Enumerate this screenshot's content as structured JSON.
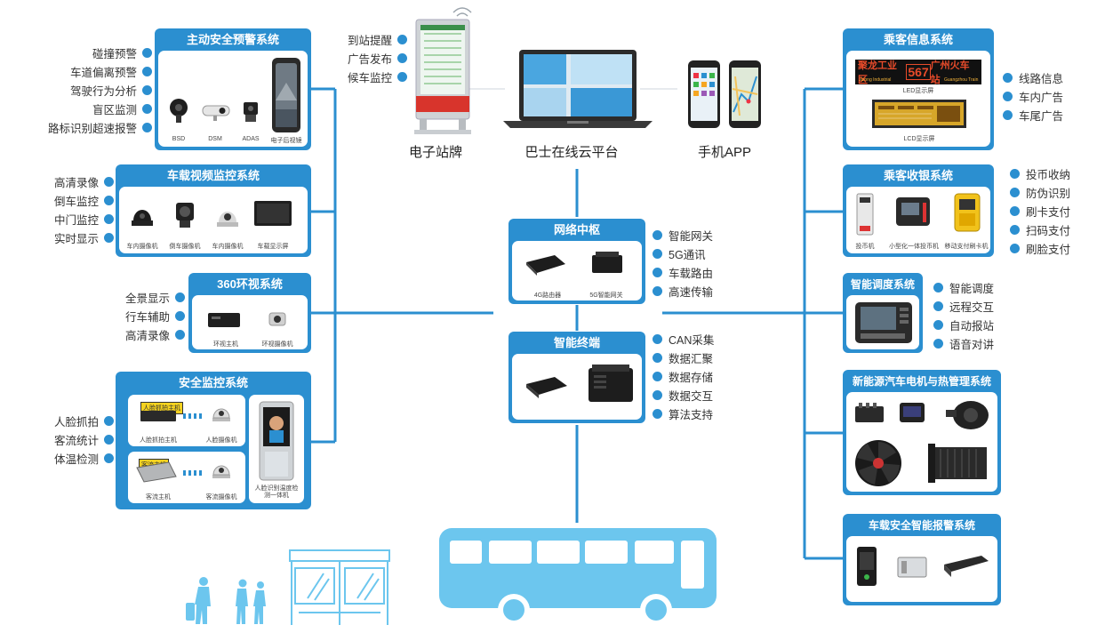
{
  "top": {
    "kiosk_label": "电子站牌",
    "cloud_label": "巴士在线云平台",
    "app_label": "手机APP",
    "kiosk_features": [
      "到站提醒",
      "广告发布",
      "候车监控"
    ]
  },
  "left": {
    "active_safety": {
      "title": "主动安全预警系统",
      "items": [
        "碰撞预警",
        "车道偏离预警",
        "驾驶行为分析",
        "盲区监测",
        "路标识别超速报警"
      ],
      "captions": [
        "BSD",
        "DSM",
        "ADAS",
        "电子后视镜"
      ]
    },
    "video_monitor": {
      "title": "车载视频监控系统",
      "items": [
        "高清录像",
        "倒车监控",
        "中门监控",
        "实时显示"
      ],
      "captions": [
        "车内摄像机",
        "倒车摄像机",
        "车内摄像机",
        "车载显示屏"
      ]
    },
    "surround_360": {
      "title": "360环视系统",
      "items": [
        "全景显示",
        "行车辅助",
        "高清录像"
      ],
      "captions": [
        "环视主机",
        "环视摄像机"
      ]
    },
    "security": {
      "title": "安全监控系统",
      "items": [
        "人脸抓拍",
        "客流统计",
        "体温检测"
      ],
      "captions": [
        "人脸抓拍主机",
        "人脸摄像机",
        "客流主机",
        "客流摄像机",
        "人脸识别温度检测一体机"
      ],
      "screen_labels": [
        "人脸抓拍主机",
        "客流主机"
      ]
    }
  },
  "center": {
    "network_hub": {
      "title": "网络中枢",
      "items": [
        "智能网关",
        "5G通讯",
        "车载路由",
        "高速传输"
      ],
      "captions": [
        "4G路由器",
        "5G智能网关"
      ]
    },
    "smart_terminal": {
      "title": "智能终端",
      "items": [
        "CAN采集",
        "数据汇聚",
        "数据存储",
        "数据交互",
        "算法支持"
      ]
    }
  },
  "right": {
    "passenger_info": {
      "title": "乘客信息系统",
      "items": [
        "线路信息",
        "车内广告",
        "车尾广告"
      ],
      "captions": [
        "LED显示屏",
        "LCD显示屏"
      ],
      "led_text": [
        "聚龙工业区",
        "567",
        "广州火车站"
      ],
      "led_sub": [
        "Julong Industrial",
        "Guangzhou Train"
      ]
    },
    "fare": {
      "title": "乘客收银系统",
      "items": [
        "投币收纳",
        "防伪识别",
        "刷卡支付",
        "扫码支付",
        "刷脸支付"
      ],
      "captions": [
        "投币机",
        "小型化一体投币机",
        "移动支付刷卡机"
      ]
    },
    "dispatch": {
      "title": "智能调度系统",
      "items": [
        "智能调度",
        "远程交互",
        "自动报站",
        "语音对讲"
      ]
    },
    "ev_thermal": {
      "title": "新能源汽车电机与热管理系统"
    },
    "alarm": {
      "title": "车载安全智能报警系统"
    }
  },
  "colors": {
    "primary": "#2b8fd0",
    "bus": "#6cc6ee",
    "line": "#2b8fd0"
  }
}
